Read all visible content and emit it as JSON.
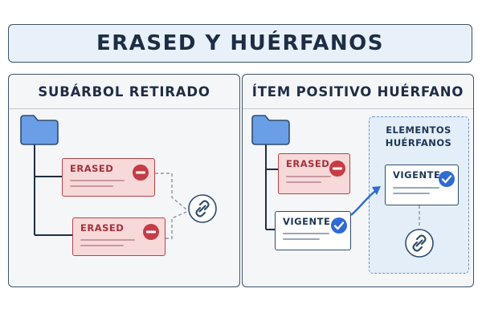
{
  "title": "ERASED Y HUÉRFANOS",
  "panels": {
    "left": {
      "header": "SUBÁRBOL RETIRADO",
      "cards": [
        {
          "label": "ERASED",
          "status_icon": "minus-circle-icon"
        },
        {
          "label": "ERASED",
          "status_icon": "minus-circle-icon"
        }
      ],
      "icons": [
        "folder-icon",
        "chain-link-icon"
      ]
    },
    "right": {
      "header": "ÍTEM POSITIVO HUÉRFANO",
      "cards": [
        {
          "label": "ERASED",
          "status_icon": "minus-circle-icon"
        },
        {
          "label": "VIGENTE",
          "status_icon": "check-circle-icon"
        }
      ],
      "orphan_zone": {
        "label_line1": "ELEMENTOS",
        "label_line2": "HUÉRFANOS",
        "card": {
          "label": "VIGENTE",
          "status_icon": "check-circle-icon"
        }
      },
      "icons": [
        "folder-icon",
        "chain-link-icon",
        "arrow-icon"
      ]
    }
  },
  "colors": {
    "erased_fill": "#f7d9d9",
    "erased_border": "#b8434a",
    "status_red": "#c63c46",
    "status_blue": "#2f6bd6",
    "folder": "#6a9ee6",
    "orphan_zone": "#e3eef9"
  }
}
